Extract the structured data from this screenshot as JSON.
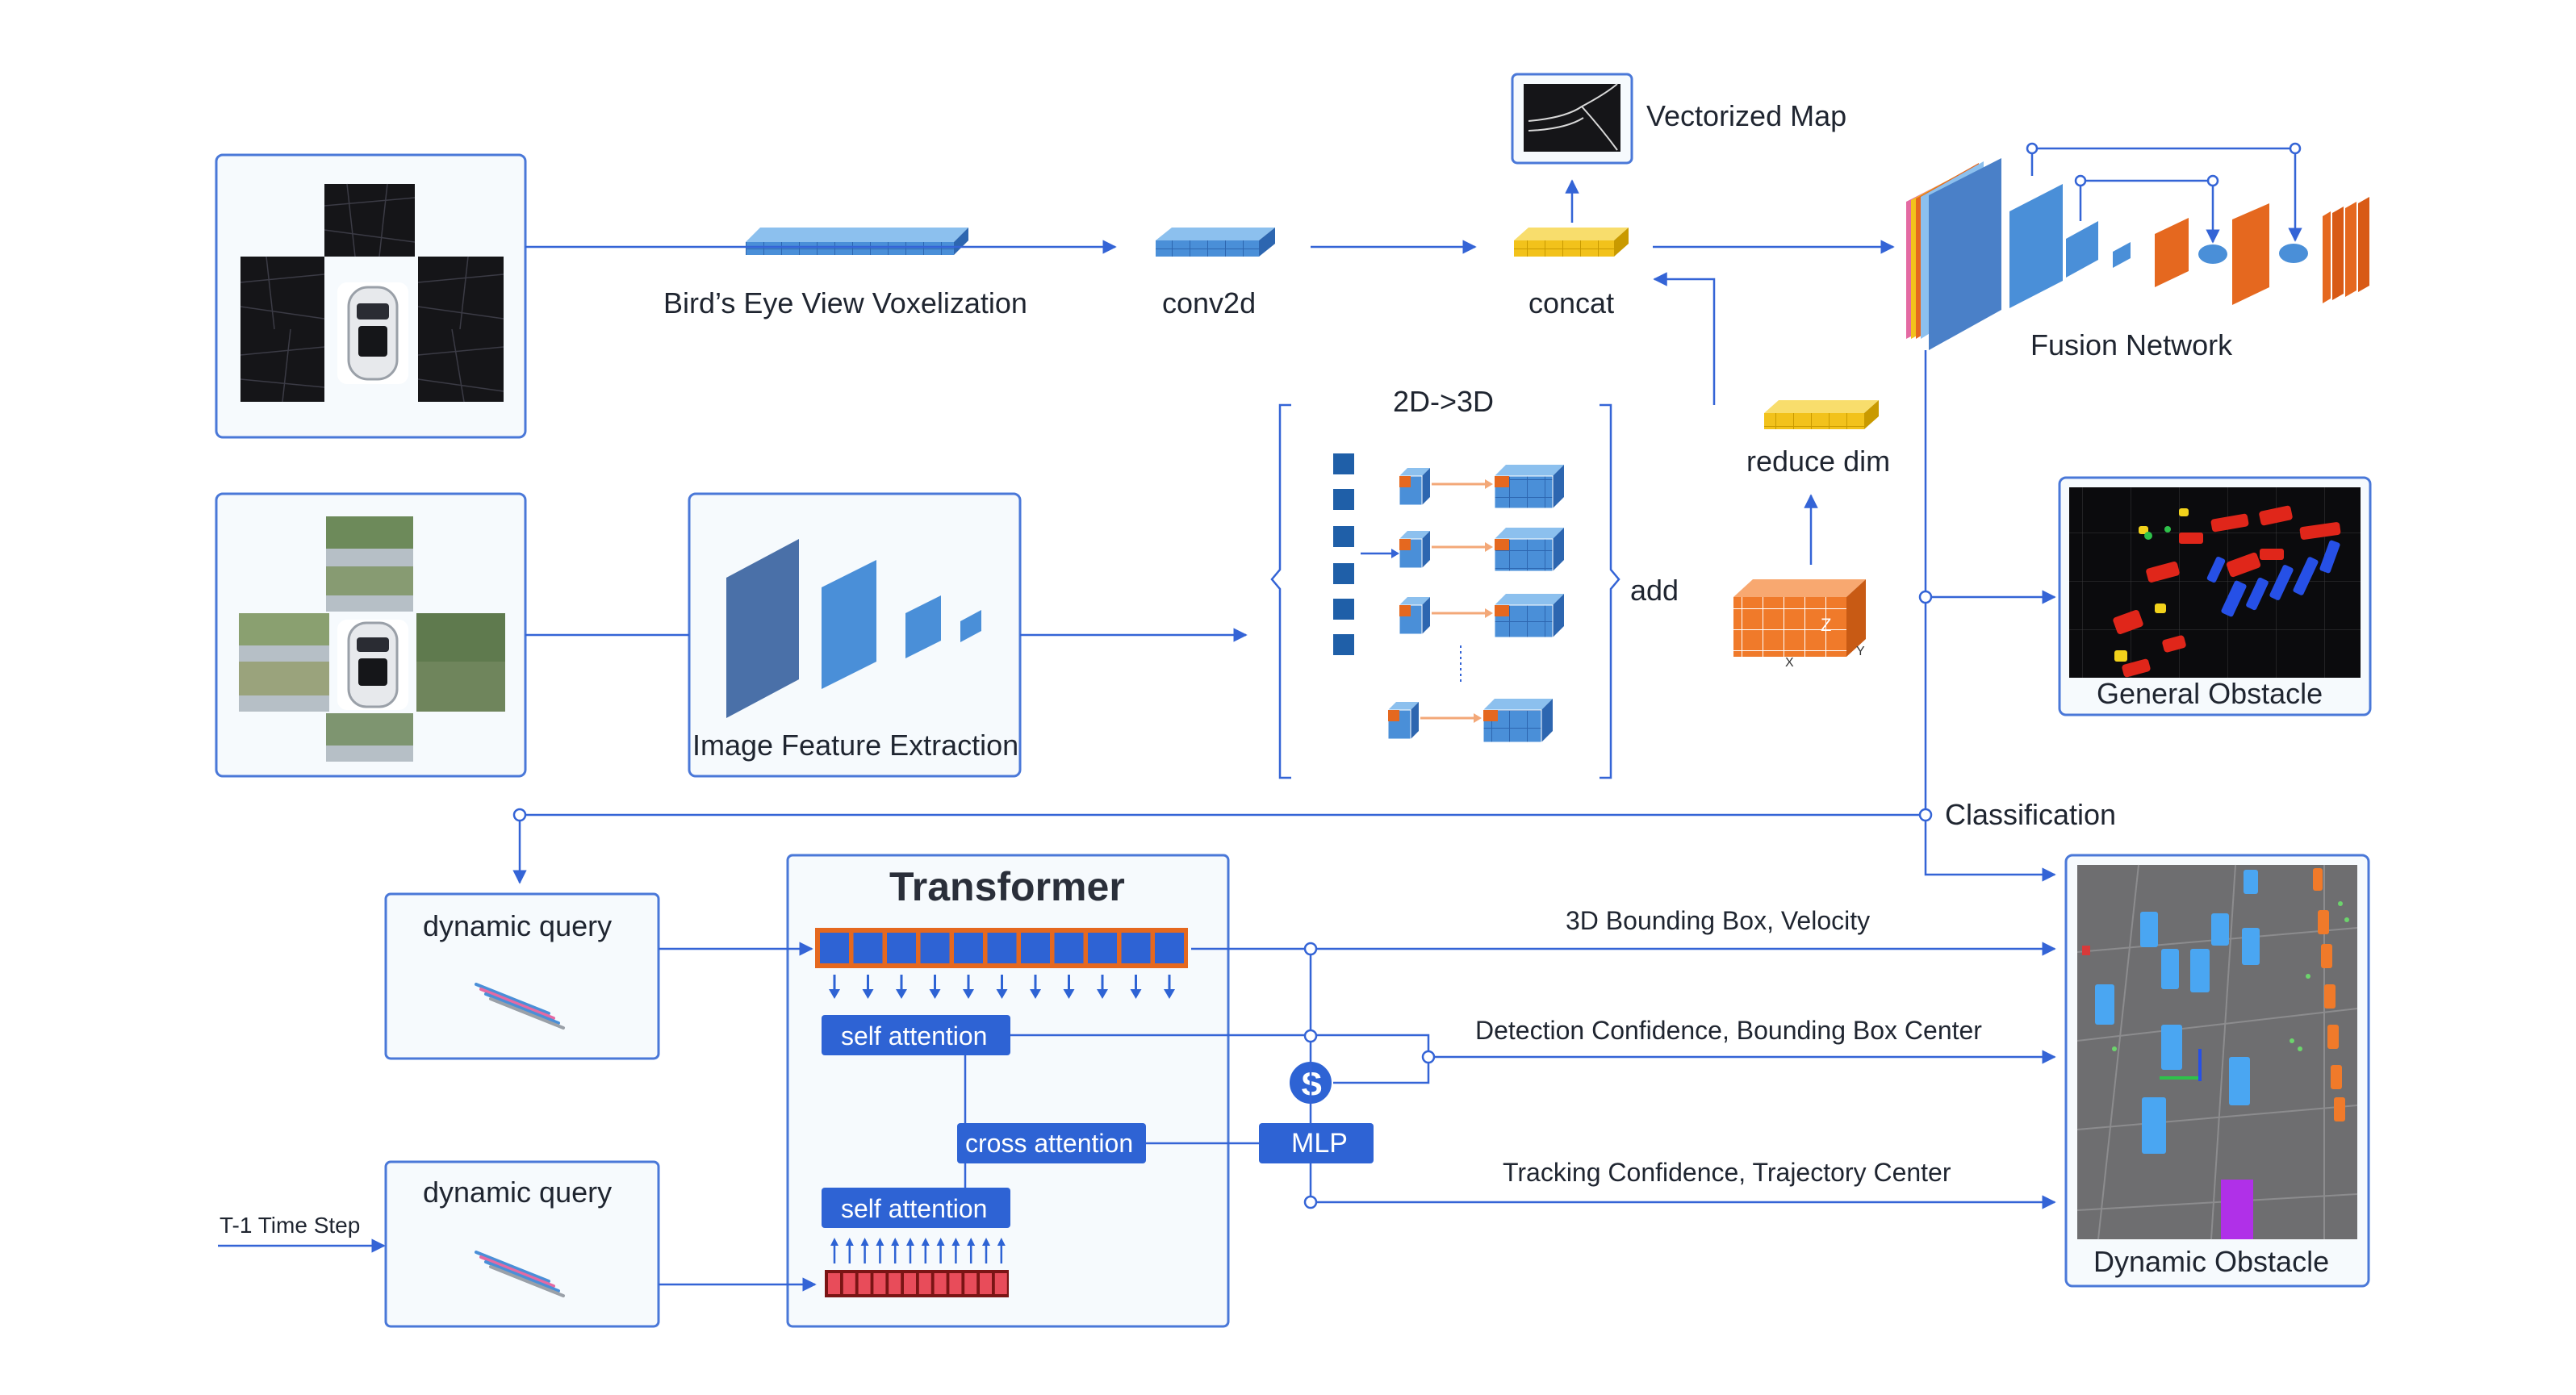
{
  "bev": {
    "voxelization_label": "Bird’s Eye View Voxelization",
    "conv2d_label": "conv2d",
    "concat_label": "concat",
    "vectorized_map_label": "Vectorized Map",
    "fusion_network_label": "Fusion Network"
  },
  "image_branch": {
    "feature_extraction_label": "Image Feature Extraction",
    "lift_label": "2D->3D",
    "add_label": "add",
    "reduce_dim_label": "reduce dim",
    "axis_x": "X",
    "axis_y": "Y",
    "axis_z": "Z"
  },
  "outputs": {
    "general_obstacle_label": "General Obstacle",
    "dynamic_obstacle_label": "Dynamic Obstacle",
    "classification_label": "Classification",
    "bbox_velocity_label": "3D Bounding Box, Velocity",
    "detection_label": "Detection Confidence, Bounding Box Center",
    "tracking_label": "Tracking Confidence, Trajectory Center"
  },
  "transformer": {
    "title": "Transformer",
    "self_attention_top": "self attention",
    "cross_attention": "cross attention",
    "self_attention_bottom": "self attention",
    "mlp_label": "MLP",
    "s_label": "S"
  },
  "queries": {
    "dynamic_query_top": "dynamic query",
    "dynamic_query_bottom": "dynamic query",
    "time_step_label": "T-1 Time Step"
  },
  "colors": {
    "line": "#3464d6",
    "box_border": "#4a78d8",
    "box_fill": "#f6fafd",
    "grid_blue": "#4a8fd8",
    "grid_yellow": "#f2c21b",
    "grid_orange": "#f07a2a",
    "fusion_blue": "#4a80c8",
    "fusion_orange": "#e5681f",
    "attention_fill": "#2e63d4"
  }
}
